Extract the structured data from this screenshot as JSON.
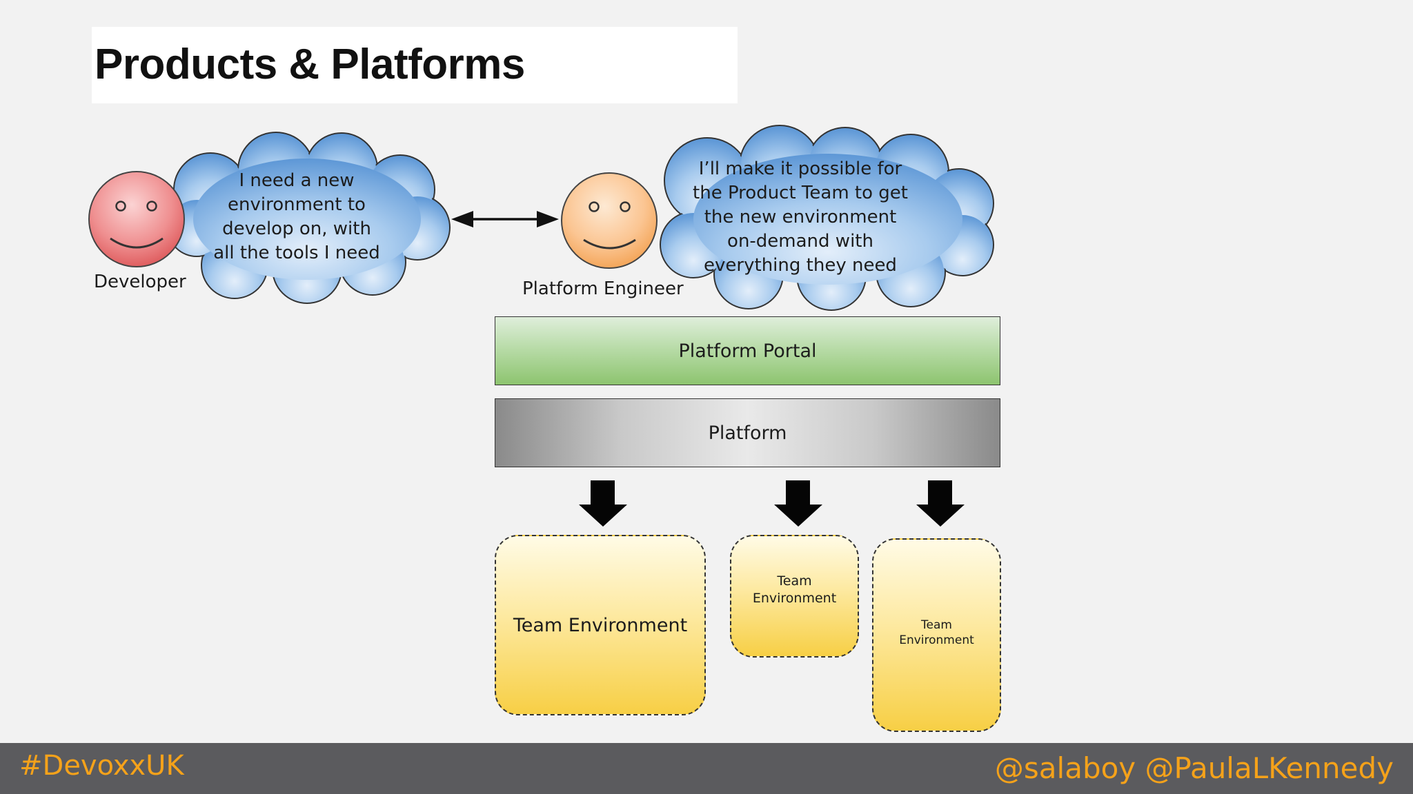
{
  "slide": {
    "title": "Products & Platforms"
  },
  "developer": {
    "label": "Developer",
    "thought_lines": [
      "I need a new",
      "environment to",
      "develop on, with",
      "all the tools I need"
    ]
  },
  "platform_engineer": {
    "label": "Platform Engineer",
    "thought_lines": [
      "I’ll make it possible for",
      "the Product Team to get",
      "the new environment",
      "on-demand with",
      "everything they need"
    ]
  },
  "layers": {
    "portal": "Platform Portal",
    "platform": "Platform"
  },
  "team_environments": [
    {
      "lines": [
        "Team Environment"
      ]
    },
    {
      "lines": [
        "Team",
        "Environment"
      ]
    },
    {
      "lines": [
        "Team",
        "Environment"
      ]
    }
  ],
  "footer": {
    "hashtag": "#DevoxxUK",
    "handles": "@salaboy  @PaulaLKennedy"
  },
  "colors": {
    "developer_face": "#e8686a",
    "engineer_face": "#f8b878",
    "cloud": "#7fb0e0",
    "portal": "#a9d392",
    "platform": "#b4b4b4",
    "team_env": "#f9d65a",
    "footer_bg": "#5b5b5e",
    "footer_text": "#f5a21a"
  },
  "icons": [
    "developer-smiley-icon",
    "engineer-smiley-icon",
    "double-arrow-icon",
    "down-arrow-icon"
  ]
}
